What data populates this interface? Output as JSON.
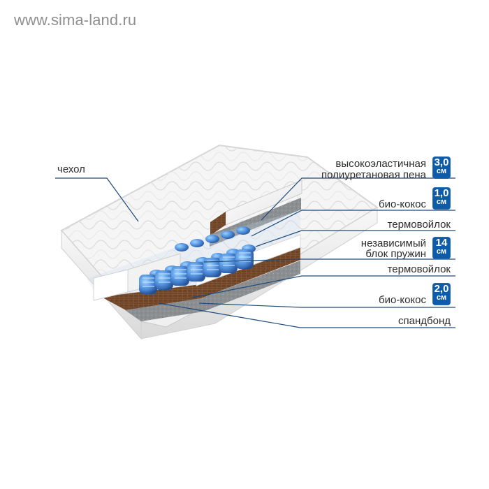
{
  "site": {
    "url": "www.sima-land.ru"
  },
  "labels": {
    "cover": "чехол",
    "foam_line1": "высокоэластичная",
    "foam_line2": "полиуретановая пена",
    "coco_top": "био-кокос",
    "felt_top": "термовойлок",
    "springs_line1": "независимый",
    "springs_line2": "блок пружин",
    "felt_bottom": "термовойлок",
    "coco_bottom": "био-кокос",
    "spunbond": "спандбонд"
  },
  "badges": {
    "foam": {
      "value": "3,0",
      "unit": "см"
    },
    "coco_top": {
      "value": "1,0",
      "unit": "см"
    },
    "springs": {
      "value": "14",
      "unit": "см"
    },
    "coco_bottom": {
      "value": "2,0",
      "unit": "см"
    }
  },
  "colors": {
    "badge": "#0d5ba9",
    "leader_lines": "#1e4b7b",
    "springs": "#4b8fe0",
    "coconut": "#6b4327",
    "site_text": "#8f8f8f"
  }
}
